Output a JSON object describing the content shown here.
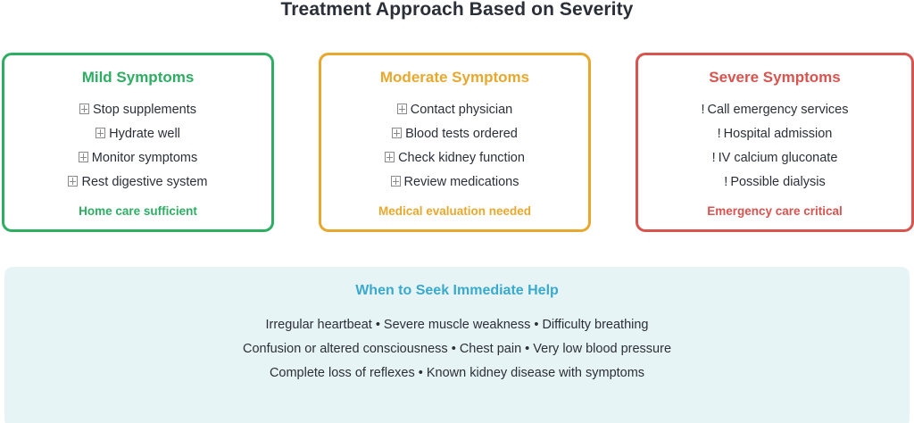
{
  "page": {
    "title": "Treatment Approach Based on Severity",
    "background_color": "#ffffff"
  },
  "cards": [
    {
      "id": "mild",
      "title": "Mild Symptoms",
      "accent_color": "#2eae63",
      "bullet_icon": "missing-glyph-box-icon",
      "items": [
        "Stop supplements",
        "Hydrate well",
        "Monitor symptoms",
        "Rest digestive system"
      ],
      "footnote": "Home care sufficient"
    },
    {
      "id": "moderate",
      "title": "Moderate Symptoms",
      "accent_color": "#e8a82e",
      "bullet_icon": "missing-glyph-box-icon",
      "items": [
        "Contact physician",
        "Blood tests ordered",
        "Check kidney function",
        "Review medications"
      ],
      "footnote": "Medical evaluation needed"
    },
    {
      "id": "severe",
      "title": "Severe Symptoms",
      "accent_color": "#d9534f",
      "bullet_icon": "exclamation-icon",
      "bullet_char": "!",
      "items": [
        "Call emergency services",
        "Hospital admission",
        "IV calcium gluconate",
        "Possible dialysis"
      ],
      "footnote": "Emergency care critical"
    }
  ],
  "banner": {
    "title": "When to Seek Immediate Help",
    "title_color": "#3aa9ce",
    "background_color": "#e7f4f5",
    "lines": [
      "Irregular heartbeat • Severe muscle weakness • Difficulty breathing",
      "Confusion or altered consciousness • Chest pain • Very low blood pressure",
      "Complete loss of reflexes • Known kidney disease with symptoms"
    ]
  }
}
